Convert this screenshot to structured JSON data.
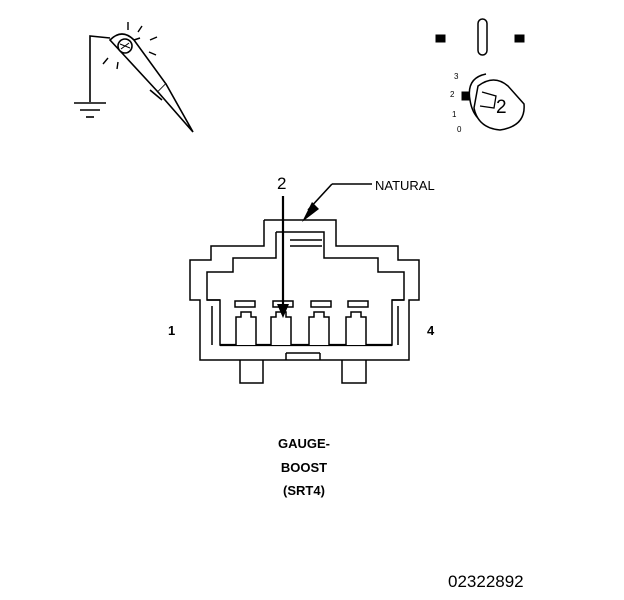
{
  "connector": {
    "wire_color_label": "NATURAL",
    "cavity_callout": "2",
    "pin_first": "1",
    "pin_last": "4"
  },
  "caption": {
    "line1": "GAUGE-",
    "line2": "BOOST",
    "line3": "(SRT4)"
  },
  "selector": {
    "scale": [
      "3",
      "2",
      "1",
      "0"
    ],
    "position": "2"
  },
  "figure_id": "02322892",
  "icons": [
    "test-light-probe-icon",
    "ground-symbol-icon",
    "meter-selector-knob-icon"
  ]
}
